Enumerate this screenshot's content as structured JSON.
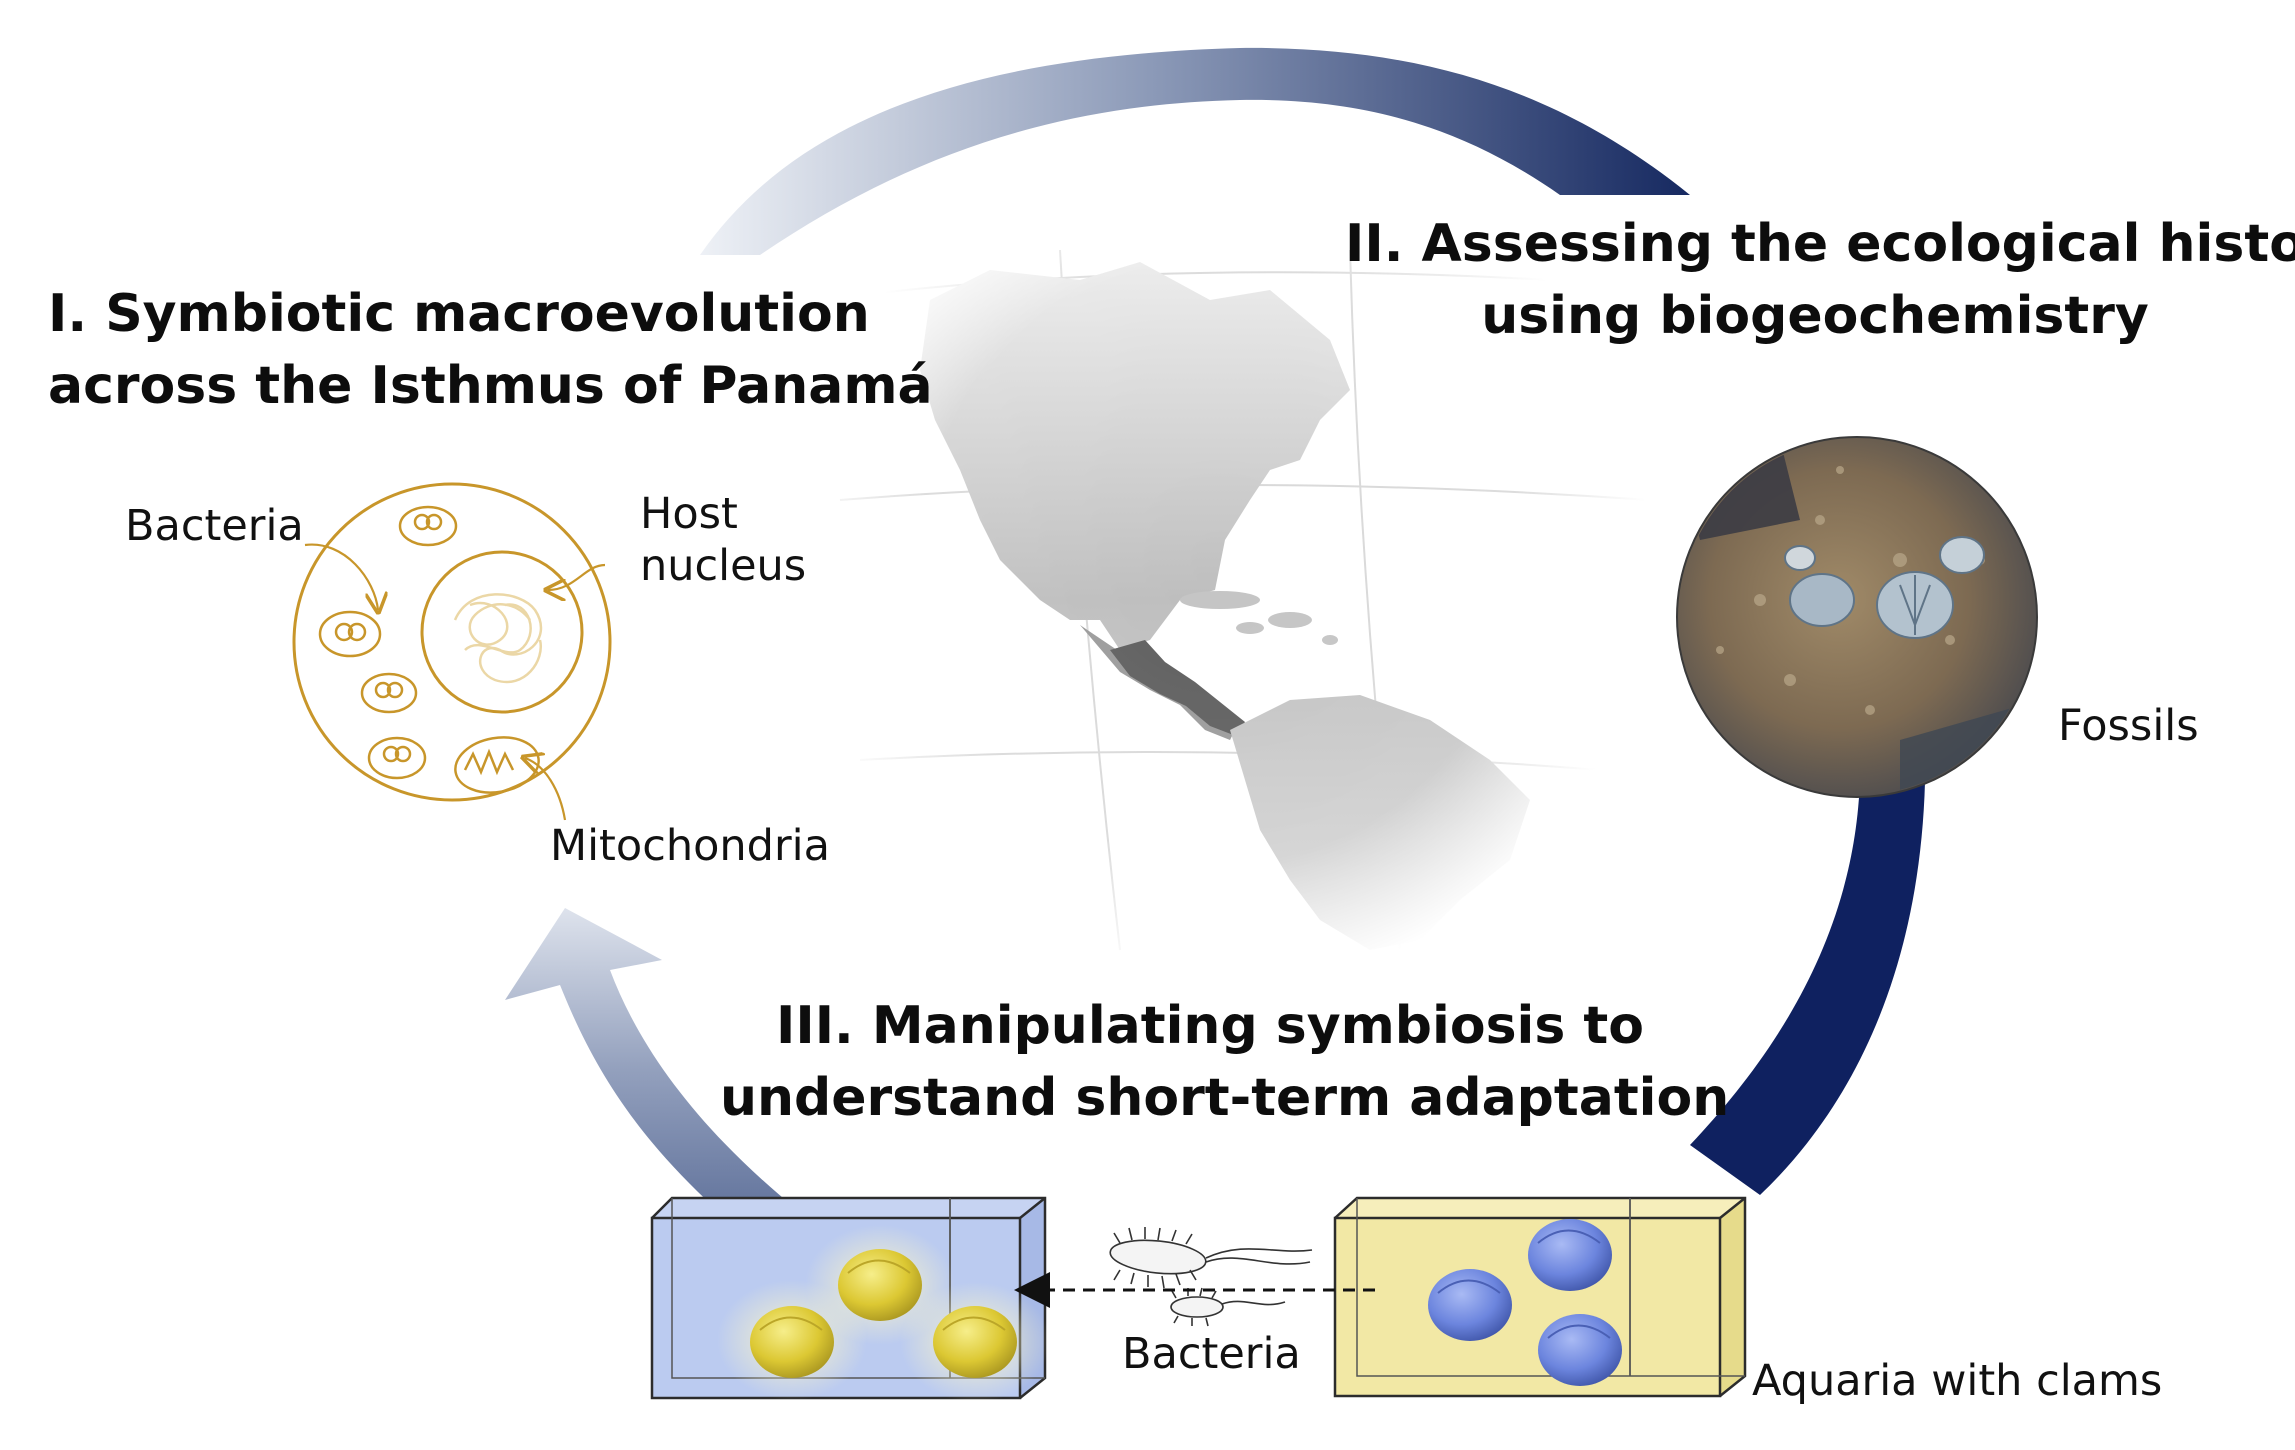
{
  "sections": {
    "one": {
      "line1": "I. Symbiotic macroevolution",
      "line2": "across the Isthmus of Panamá"
    },
    "two": {
      "line1": "II. Assessing the ecological history",
      "line2": "using biogeochemistry"
    },
    "three": {
      "line1": "III. Manipulating symbiosis to",
      "line2": "understand short-term adaptation"
    }
  },
  "cell_labels": {
    "bacteria": "Bacteria",
    "host_line1": "Host",
    "host_line2": "nucleus",
    "mitochondria": "Mitochondria"
  },
  "fossils_label": "Fossils",
  "aquaria": {
    "bacteria_label": "Bacteria",
    "caption": "Aquaria with clams"
  },
  "colors": {
    "arrow_dark": "#0f2160",
    "arrow_light": "#e6eaf2",
    "cell_gold": "#c8962a",
    "tank_blue": "#b2c3ee",
    "tank_yellow": "#f1e7a0",
    "clam_yellow": "#e2d23a",
    "clam_blue": "#6f88e0",
    "land_gray": "#b0b0b0",
    "highlight_gray": "#5e5e5e"
  },
  "icons": [
    "cycle-arrow",
    "cell-diagram",
    "americas-map",
    "fossil-rock",
    "aquarium-tank",
    "clam",
    "bacterium-icon"
  ]
}
